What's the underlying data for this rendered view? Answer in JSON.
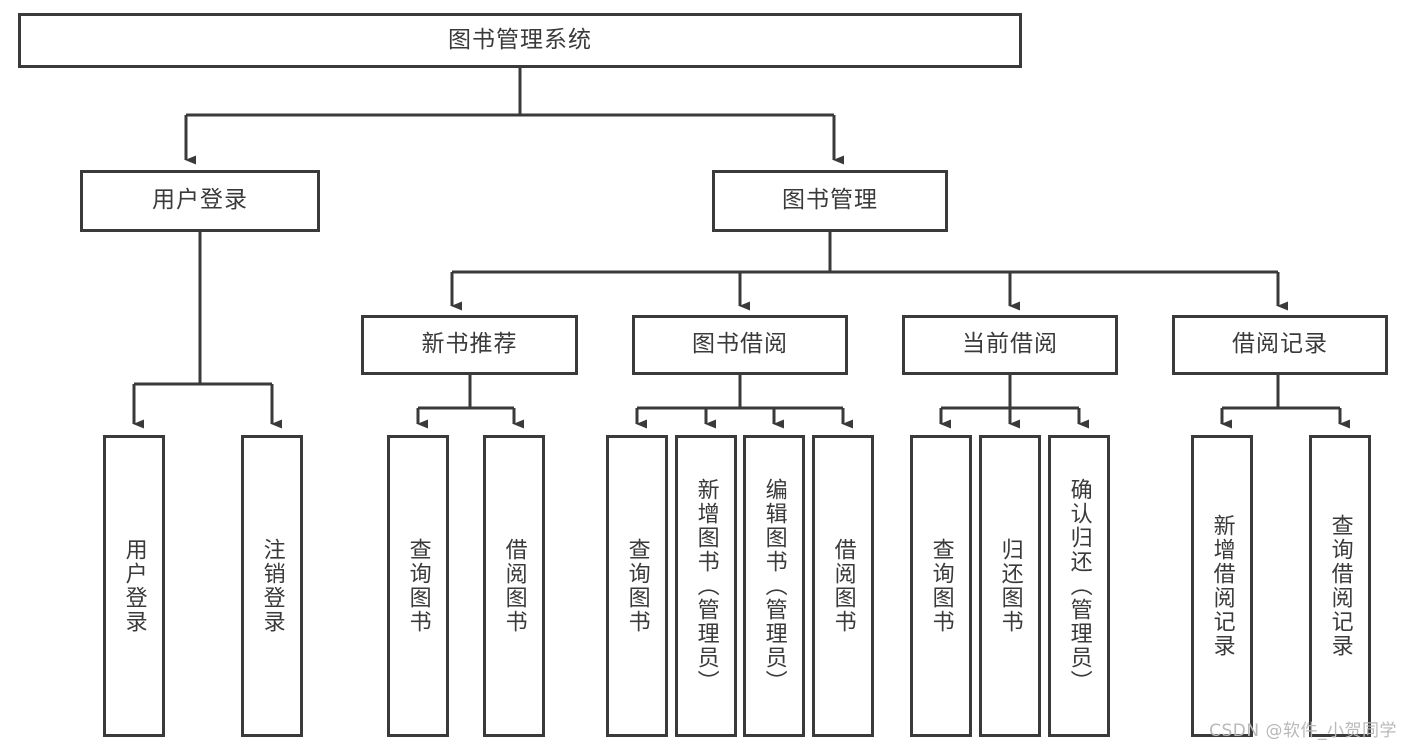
{
  "diagram": {
    "title": "图书管理系统",
    "type": "tree-hierarchy",
    "watermark": "CSDN @软件_小贺同学",
    "colors": {
      "border": "#3a3a3a",
      "fill": "#ffffff",
      "text": "#3a3a3a",
      "watermark": "#b9b9b9"
    },
    "nodes": {
      "root": {
        "label": "图书管理系统"
      },
      "level2": [
        {
          "label": "用户登录"
        },
        {
          "label": "图书管理"
        }
      ],
      "level3": [
        {
          "label": "新书推荐"
        },
        {
          "label": "图书借阅"
        },
        {
          "label": "当前借阅"
        },
        {
          "label": "借阅记录"
        }
      ],
      "leaves": [
        {
          "label": "用户登录"
        },
        {
          "label": "注销登录"
        },
        {
          "label": "查询图书"
        },
        {
          "label": "借阅图书"
        },
        {
          "label": "查询图书"
        },
        {
          "label": "新增图书（管理员）"
        },
        {
          "label": "编辑图书（管理员）"
        },
        {
          "label": "借阅图书"
        },
        {
          "label": "查询图书"
        },
        {
          "label": "归还图书"
        },
        {
          "label": "确认归还（管理员）"
        },
        {
          "label": "新增借阅记录"
        },
        {
          "label": "查询借阅记录"
        }
      ]
    }
  }
}
